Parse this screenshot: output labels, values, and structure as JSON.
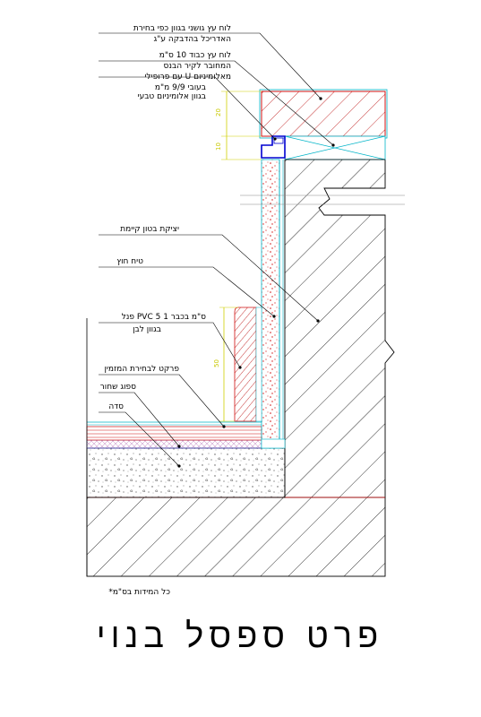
{
  "title": "פרט ספסל בנוי",
  "note": "*כל המידות בס\"מ",
  "labels": [
    "לוח עץ גושני בגוון כפי בחירת",
    "האדריכל בהדבקה ע\"ג",
    "לוח עץ כבוד 10 ס\"מ",
    "המחובר לקיר הבנס",
    "עם פרופילי U מאלומיניום",
    "בעובי 9/9 מ\"מ",
    "בגוון אלומיניום טבעי",
    "יציקת בטון קיימת",
    "טיח חוץ",
    "פנל PVC 5 ס\"מ בכבר 1",
    "בגוון לבן",
    "פרקט לבחירת המזמין",
    "ספוג שחור",
    "סדה"
  ],
  "dims": [
    "20",
    "10",
    "50"
  ],
  "colors": {
    "line": "#000000",
    "cyan": "#00b4c8",
    "red": "#d01010",
    "hatch_red": "#c02020",
    "blue": "#0000d0",
    "dim": "#d0d000",
    "gray": "#888888"
  }
}
